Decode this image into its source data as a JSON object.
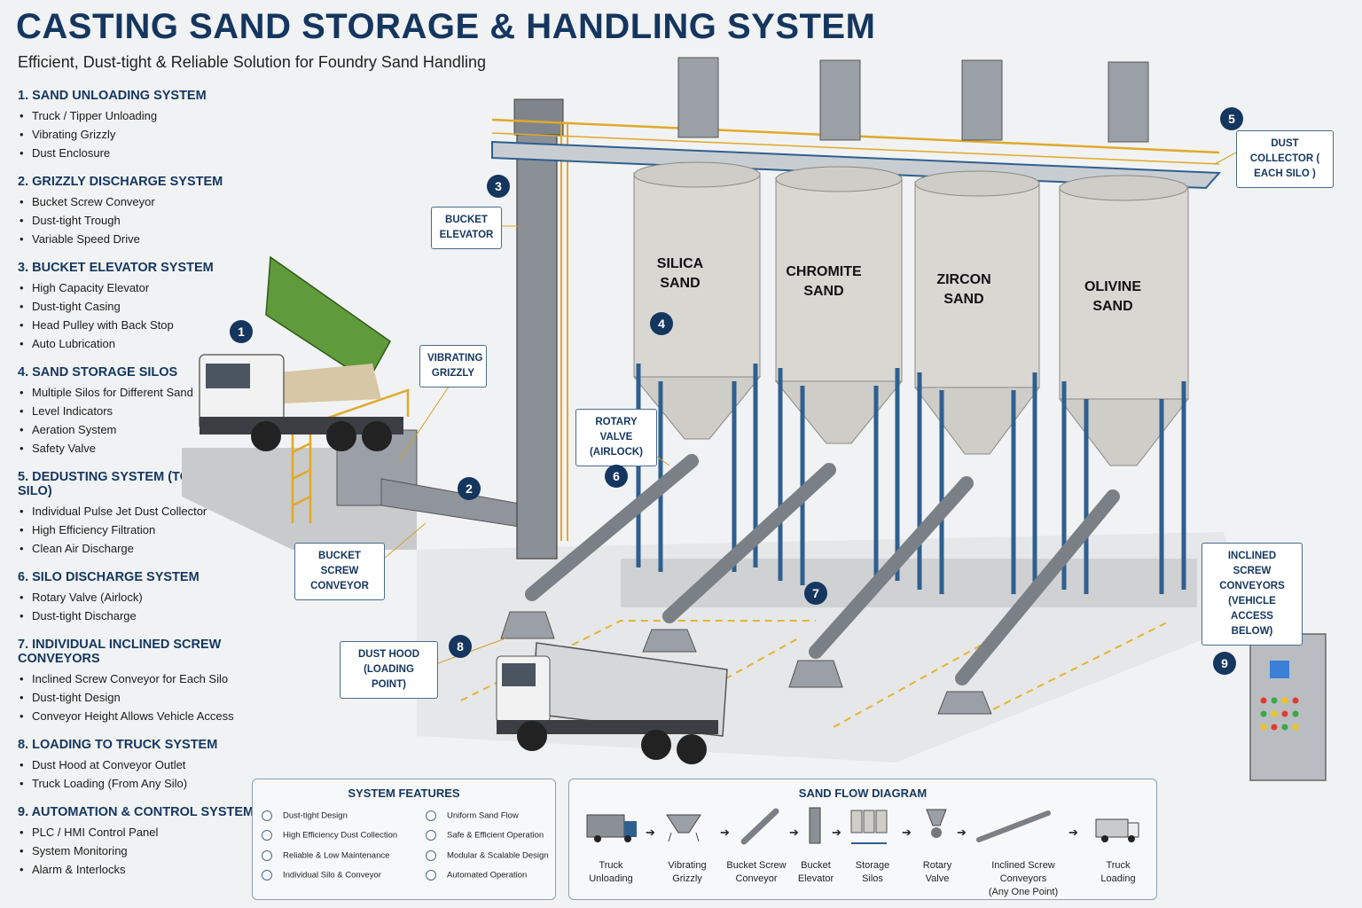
{
  "header": {
    "title": "CASTING SAND STORAGE & HANDLING SYSTEM",
    "subtitle": "Efficient, Dust-tight & Reliable Solution for Foundry Sand Handling"
  },
  "sections": [
    {
      "heading": "1. SAND UNLOADING SYSTEM",
      "items": [
        "Truck / Tipper Unloading",
        "Vibrating Grizzly",
        "Dust Enclosure"
      ]
    },
    {
      "heading": "2. GRIZZLY DISCHARGE SYSTEM",
      "items": [
        "Bucket Screw Conveyor",
        "Dust-tight Trough",
        "Variable Speed Drive"
      ]
    },
    {
      "heading": "3. BUCKET ELEVATOR SYSTEM",
      "items": [
        "High Capacity Elevator",
        "Dust-tight Casing",
        "Head Pulley with Back Stop",
        "Auto Lubrication"
      ]
    },
    {
      "heading": "4. SAND STORAGE SILOS",
      "items": [
        "Multiple Silos for Different Sand",
        "Level Indicators",
        "Aeration System",
        "Safety Valve"
      ]
    },
    {
      "heading": "5. DEDUSTING SYSTEM (TOP OF EACH SILO)",
      "items": [
        "Individual Pulse Jet Dust Collector",
        "High Efficiency Filtration",
        "Clean Air Discharge"
      ]
    },
    {
      "heading": "6. SILO DISCHARGE SYSTEM",
      "items": [
        "Rotary Valve (Airlock)",
        "Dust-tight Discharge"
      ]
    },
    {
      "heading": "7. INDIVIDUAL INCLINED SCREW CONVEYORS",
      "items": [
        "Inclined Screw Conveyor for Each Silo",
        "Dust-tight Design",
        "Conveyor Height Allows Vehicle Access"
      ]
    },
    {
      "heading": "8. LOADING TO TRUCK SYSTEM",
      "items": [
        "Dust Hood at Conveyor Outlet",
        "Truck Loading (From Any Silo)"
      ]
    },
    {
      "heading": "9. AUTOMATION & CONTROL SYSTEM",
      "items": [
        "PLC / HMI Control Panel",
        "System Monitoring",
        "Alarm & Interlocks"
      ]
    }
  ],
  "callouts": {
    "bucket_elevator": "BUCKET ELEVATOR",
    "vibrating_grizzly": "VIBRATING GRIZZLY",
    "rotary_valve": "ROTARY VALVE (AIRLOCK)",
    "bucket_screw_conveyor": "BUCKET SCREW CONVEYOR",
    "dust_hood": "DUST HOOD (LOADING POINT)",
    "dust_collector": "DUST COLLECTOR ( EACH SILO )",
    "inclined_screw_conveyors": "INCLINED SCREW CONVEYORS (VEHICLE ACCESS BELOW)"
  },
  "numbers": [
    "1",
    "2",
    "3",
    "4",
    "5",
    "6",
    "7",
    "8",
    "9"
  ],
  "silos": [
    {
      "line1": "SILICA",
      "line2": "SAND"
    },
    {
      "line1": "CHROMITE",
      "line2": "SAND"
    },
    {
      "line1": "ZIRCON",
      "line2": "SAND"
    },
    {
      "line1": "OLIVINE",
      "line2": "SAND"
    }
  ],
  "features": {
    "title": "SYSTEM FEATURES",
    "items": [
      "Dust-tight Design",
      "High Efficiency Dust Collection",
      "Reliable & Low Maintenance",
      "Individual Silo & Conveyor",
      "Uniform Sand Flow",
      "Safe & Efficient Operation",
      "Modular & Scalable Design",
      "Automated Operation"
    ]
  },
  "flow": {
    "title": "SAND FLOW DIAGRAM",
    "steps": [
      {
        "l1": "Truck",
        "l2": "Unloading",
        "l3": ""
      },
      {
        "l1": "Vibrating",
        "l2": "Grizzly",
        "l3": ""
      },
      {
        "l1": "Bucket Screw",
        "l2": "Conveyor",
        "l3": ""
      },
      {
        "l1": "Bucket",
        "l2": "Elevator",
        "l3": ""
      },
      {
        "l1": "Storage",
        "l2": "Silos",
        "l3": ""
      },
      {
        "l1": "Rotary",
        "l2": "Valve",
        "l3": ""
      },
      {
        "l1": "Inclined Screw",
        "l2": "Conveyors",
        "l3": "(Any One Point)"
      },
      {
        "l1": "Truck",
        "l2": "Loading",
        "l3": ""
      }
    ]
  },
  "colors": {
    "navy": "#14365f",
    "structure_blue": "#2f5f8f",
    "silo_body": "#d9d7d2",
    "rail_yellow": "#e0a92a",
    "truck_green": "#5f9b3a"
  }
}
